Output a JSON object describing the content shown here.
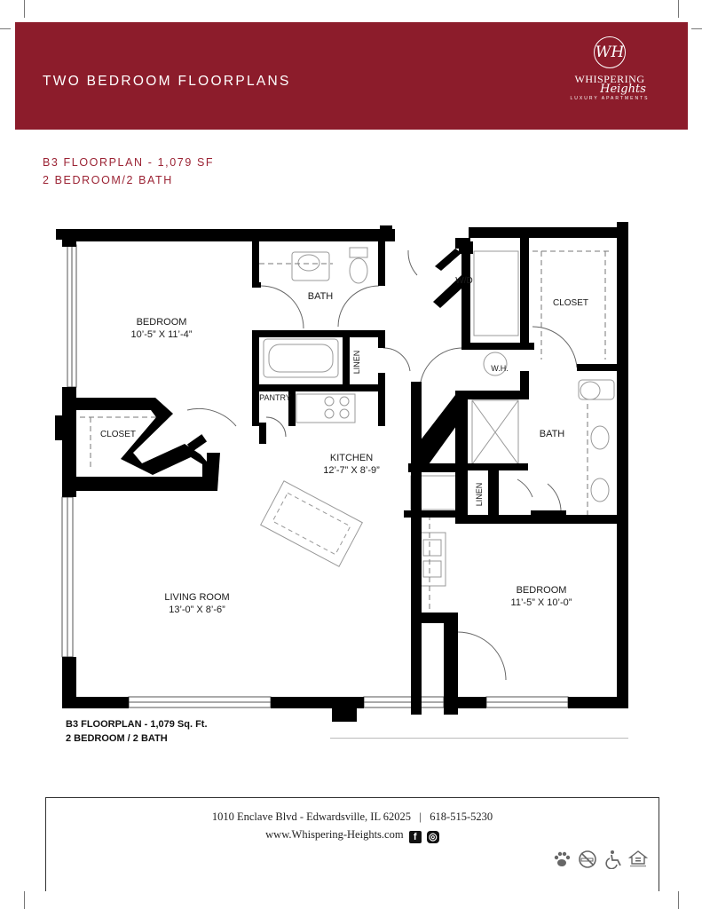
{
  "header": {
    "title": "TWO BEDROOM FLOORPLANS",
    "brand_top": "WHISPERING",
    "brand_script": "Heights",
    "brand_sub": "LUXURY APARTMENTS",
    "brand_monogram": "WH",
    "background_color": "#8c1c2b"
  },
  "subheading": {
    "line1": "B3 FLOORPLAN - 1,079 SF",
    "line2": "2 BEDROOM/2 BATH",
    "color": "#9b2334"
  },
  "floorplan": {
    "rooms": {
      "bedroom1_name": "BEDROOM",
      "bedroom1_size": "10’-5” X 11’-4”",
      "bath1_name": "BATH",
      "closet1_name": "CLOSET",
      "linen1_name": "LINEN",
      "pantry_name": "PANTRY",
      "kitchen_name": "KITCHEN",
      "kitchen_size": "12’-7” X 8’-9”",
      "living_name": "LIVING ROOM",
      "living_size": "13’-0” X 8’-6”",
      "wd_name": "W/D",
      "closet2_name": "CLOSET",
      "wh_name": "W.H.",
      "bath2_name": "BATH",
      "linen2_name": "LINEN",
      "bedroom2_name": "BEDROOM",
      "bedroom2_size": "11’-5” X 10’-0”"
    }
  },
  "caption": {
    "line1": "B3 FLOORPLAN - 1,079 Sq. Ft.",
    "line2": "2 BEDROOM / 2 BATH"
  },
  "footer": {
    "address": "1010 Enclave Blvd - Edwardsville, IL 62025",
    "separator": "|",
    "phone": "618-515-5230",
    "website": "www.Whispering-Heights.com",
    "social": [
      {
        "icon": "facebook-icon",
        "glyph": "f"
      },
      {
        "icon": "instagram-icon",
        "glyph": "◎"
      }
    ],
    "amenity_icons": [
      "paw-icon",
      "no-smoking-icon",
      "wheelchair-icon",
      "equal-housing-icon"
    ]
  }
}
